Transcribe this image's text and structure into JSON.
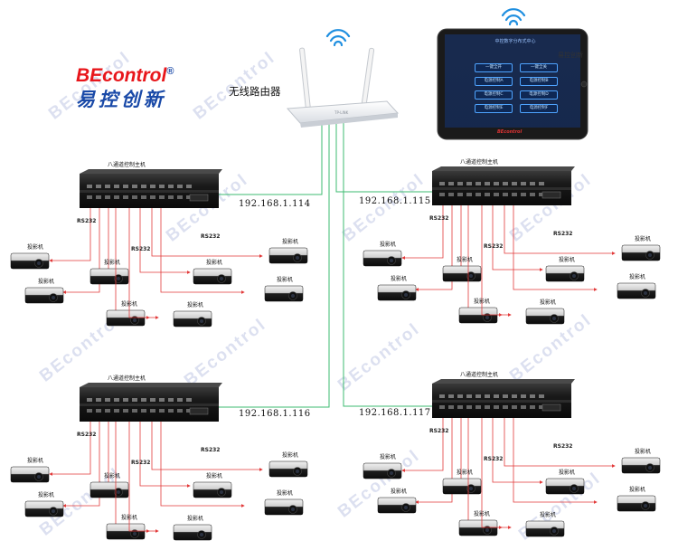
{
  "brand": {
    "logo_text": "BEcontrol",
    "logo_registered": "®",
    "logo_chinese": "易控创新"
  },
  "router": {
    "label": "无线路由器"
  },
  "tablet": {
    "label": "易控创新",
    "screen_title": "中控数字分布式中心",
    "buttons": [
      "一键全开",
      "一键全关",
      "电源控制A",
      "电源控制B",
      "电源控制C",
      "电源控制D",
      "电源控制E",
      "电源控制F"
    ],
    "brand": "BEcontrol"
  },
  "watermark": "BEcontrol",
  "host_title": "八通道控制主机",
  "rs232_label": "RS232",
  "projector_label": "投影机",
  "groups": [
    {
      "ip": "192.168.1.114"
    },
    {
      "ip": "192.168.1.115"
    },
    {
      "ip": "192.168.1.116"
    },
    {
      "ip": "192.168.1.117"
    }
  ],
  "colors": {
    "brand_blue": "#1a4aa8",
    "brand_red": "#e8161b",
    "network_line": "#3dbb70",
    "serial_line": "#e23a3a",
    "watermark": "#96a0d2"
  }
}
